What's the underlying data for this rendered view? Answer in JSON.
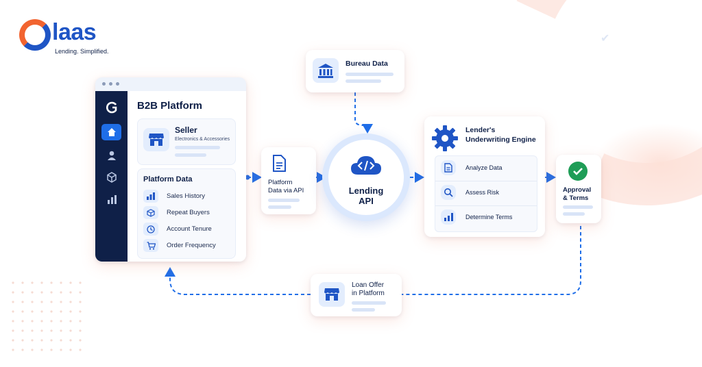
{
  "brand": {
    "name": "laas",
    "tagline": "Lending. Simplified."
  },
  "platform": {
    "title": "B2B Platform",
    "seller": {
      "name": "Seller",
      "category": "Electronics & Accessories"
    },
    "data_heading": "Platform Data",
    "data_items": [
      "Sales History",
      "Repeat Buyers",
      "Account Tenure",
      "Order Frequency"
    ],
    "sidebar_icons": [
      "logo-icon",
      "home-icon",
      "user-icon",
      "box-icon",
      "chart-icon"
    ]
  },
  "nodes": {
    "platform_data_api": "Platform\nData via API",
    "bureau": "Bureau Data",
    "lending_api": "Lending\nAPI",
    "engine_title": "Lender's\nUnderwriting Engine",
    "engine_steps": [
      "Analyze Data",
      "Assess Risk",
      "Determine Terms"
    ],
    "approval": "Approval\n& Terms",
    "loan_offer": "Loan Offer\nin Platform"
  },
  "colors": {
    "primary": "#1f55c5",
    "accent": "#f26430",
    "navy": "#0f2048",
    "line": "#1f6ee8",
    "success": "#1f9d57"
  }
}
